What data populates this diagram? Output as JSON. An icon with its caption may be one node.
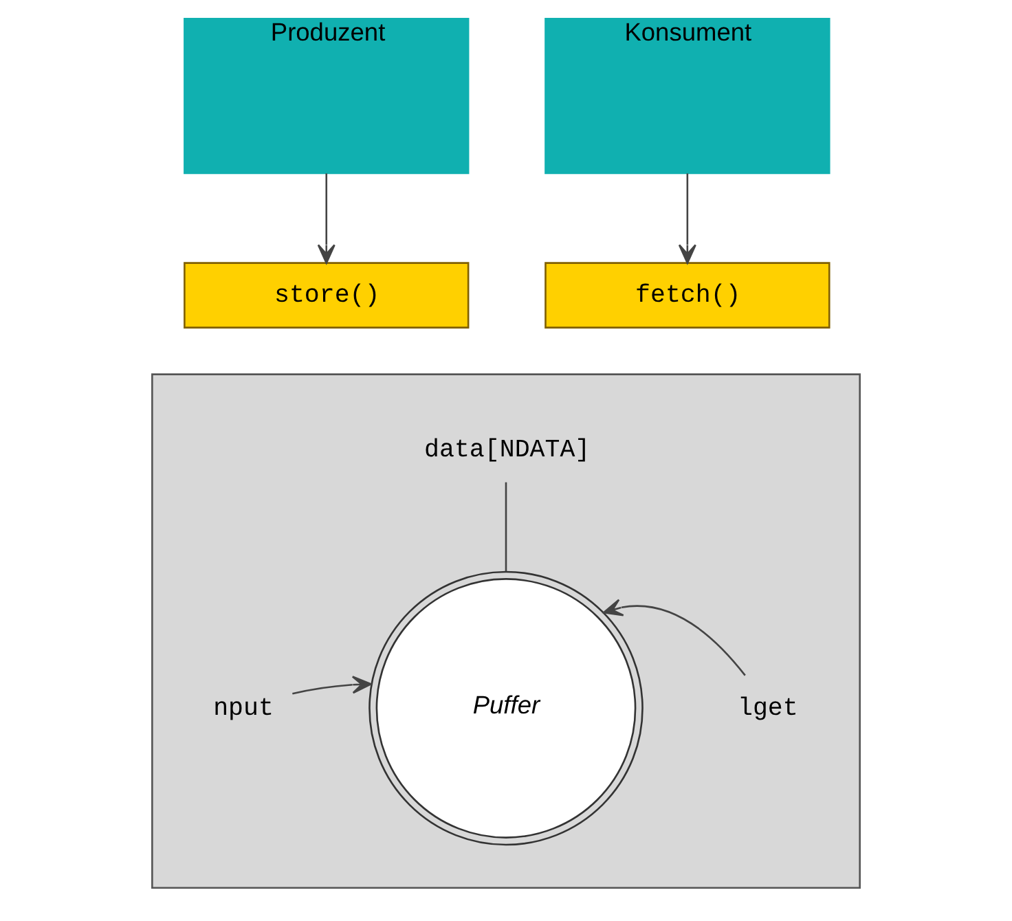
{
  "diagram": {
    "nodes": [
      {
        "text": [
          "Produzent"
        ]
      },
      {
        "text": [
          "Konsument"
        ]
      },
      {
        "text": [
          "store()"
        ]
      },
      {
        "text": [
          "fetch()"
        ]
      },
      {
        "text": [],
        "shape": "box"
      },
      {
        "text": [
          "Puffer"
        ],
        "in": 4
      },
      {
        "text": [
          "nput"
        ],
        "in": 4
      },
      {
        "text": [
          "lget"
        ],
        "in": 4
      },
      {
        "text": [
          "data[NDATA]"
        ],
        "in": 4
      }
    ],
    "edges": [
      {
        "from": 0,
        "to": 2,
        "arrow": "to"
      },
      {
        "from": 1,
        "to": 3,
        "arrow": "to"
      },
      {
        "from": 6,
        "to": 5,
        "arrow": "to"
      },
      {
        "from": 7,
        "to": 5,
        "arrow": "to"
      },
      {
        "from": 8,
        "to": 5,
        "arrow": "none"
      }
    ]
  }
}
